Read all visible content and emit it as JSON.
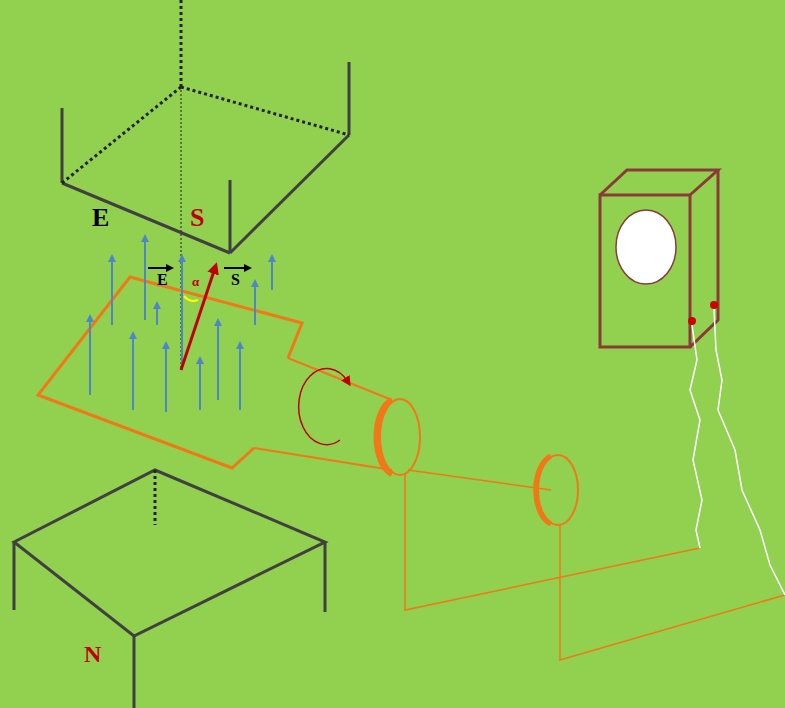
{
  "diagram": {
    "labels": [
      "E",
      "S",
      "E",
      "α",
      "S",
      "N"
    ]
  }
}
